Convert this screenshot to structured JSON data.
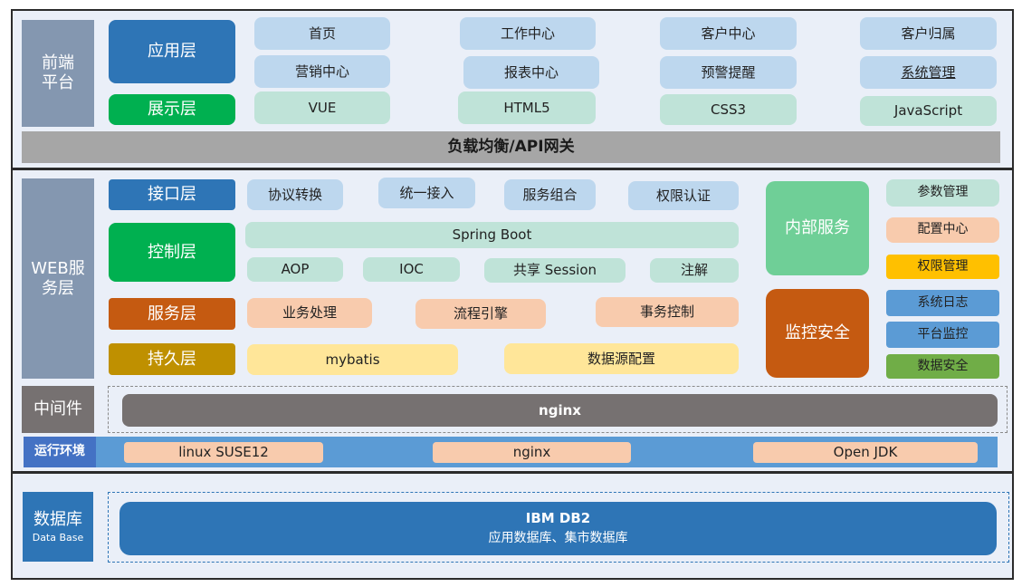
{
  "colors": {
    "section_bg": "#eaeff8",
    "side_label": "#8497b0",
    "app_layer": "#2e75b6",
    "display_layer": "#00b050",
    "service_layer": "#c55a11",
    "persist_layer": "#bf9000",
    "internal_service": "#6fcf97",
    "monitor_security": "#c55a11",
    "gateway_bar": "#a6a6a6",
    "nginx_bar": "#767171",
    "runtime_bar": "#5b9bd5",
    "database_bar": "#2e75b6"
  },
  "frontend": {
    "side_label": "前端\n平台",
    "app_layer": "应用层",
    "display_layer": "展示层",
    "apps": [
      "首页",
      "工作中心",
      "客户中心",
      "客户归属",
      "营销中心",
      "报表中心",
      "预警提醒",
      "系统管理"
    ],
    "tech": [
      "VUE",
      "HTML5",
      "CSS3",
      "JavaScript"
    ],
    "gateway": "负载均衡/API网关"
  },
  "web": {
    "side_label": "WEB服\n务层",
    "interface_layer": "接口层",
    "interface_items": [
      "协议转换",
      "统一接入",
      "服务组合",
      "权限认证"
    ],
    "control_layer": "控制层",
    "spring_boot": "Spring Boot",
    "control_items": [
      "AOP",
      "IOC",
      "共享 Session",
      "注解"
    ],
    "service_layer": "服务层",
    "service_items": [
      "业务处理",
      "流程引擎",
      "事务控制"
    ],
    "persist_layer": "持久层",
    "persist_items": [
      "mybatis",
      "数据源配置"
    ],
    "internal_service": "内部服务",
    "monitor_security": "监控安全",
    "internal_items": [
      "参数管理",
      "配置中心",
      "权限管理"
    ],
    "monitor_items": [
      "系统日志",
      "平台监控",
      "数据安全"
    ]
  },
  "middleware": {
    "label": "中间件",
    "nginx": "nginx"
  },
  "runtime": {
    "label": "运行环境",
    "items": [
      "linux SUSE12",
      "nginx",
      "Open JDK"
    ]
  },
  "database": {
    "label": "数据库",
    "sublabel": "Data Base",
    "title": "IBM DB2",
    "subtitle": "应用数据库、集市数据库"
  }
}
